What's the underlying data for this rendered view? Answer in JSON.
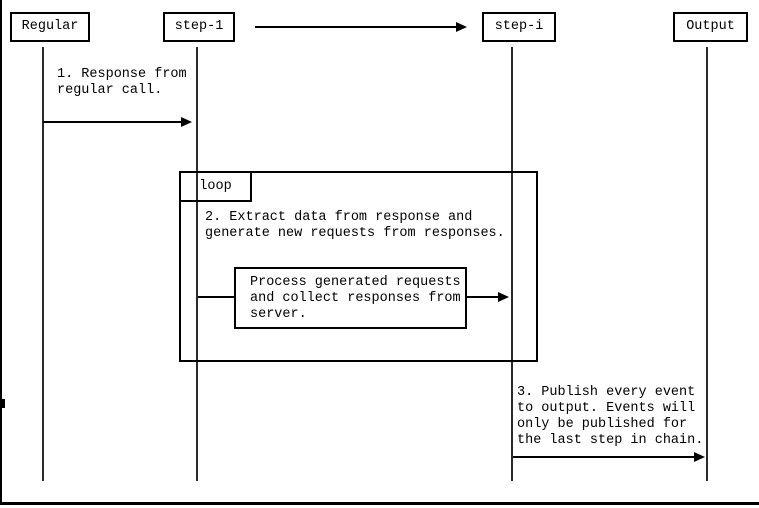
{
  "diagram": {
    "title": "sequence-diagram",
    "colors": {
      "background": "#ffffff",
      "line": "#000000",
      "lifeline": "#2b2b2b"
    },
    "participants": [
      {
        "label": "Regular"
      },
      {
        "label": "step-1"
      },
      {
        "label": "step-i"
      },
      {
        "label": "Output"
      }
    ],
    "fragment": {
      "loop_label": "loop"
    },
    "messages": {
      "msg1": "1. Response from\nregular call.",
      "msg2": "2. Extract data from response and\ngenerate new requests from responses.",
      "process_box": "Process generated requests\nand collect responses from\nserver.",
      "msg3": "3. Publish every event\nto output. Events will\nonly be published for\nthe last step in chain."
    }
  }
}
